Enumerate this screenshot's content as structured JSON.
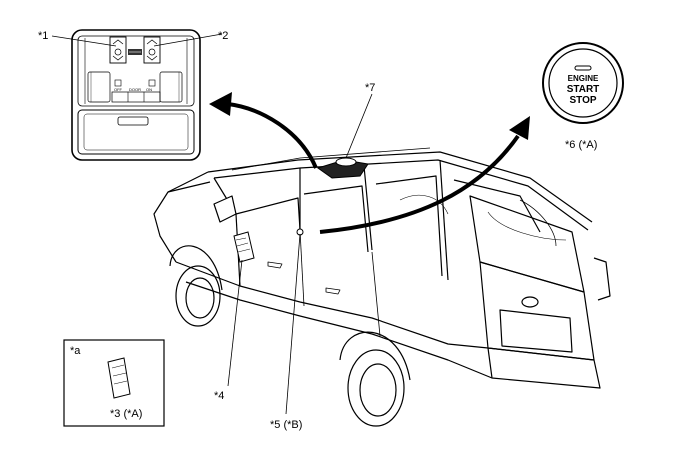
{
  "labels": {
    "l1": "*1",
    "l2": "*2",
    "l3": "*3 (*A)",
    "l4": "*4",
    "l5": "*5 (*B)",
    "l6": "*6 (*A)",
    "l7": "*7",
    "la": "*a"
  },
  "engine_button": {
    "line1": "ENGINE",
    "line2": "START",
    "line3": "STOP"
  },
  "console_switches": {
    "off": "OFF",
    "door": "DOOR",
    "on": "ON"
  }
}
